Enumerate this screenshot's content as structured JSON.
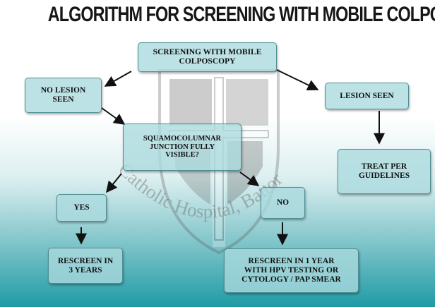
{
  "title": "ALGORITHM FOR SCREENING WITH MOBILE COLPOSCOPY",
  "watermark": {
    "text": "Catholic Hospital, Battor",
    "icon": "crest-icon"
  },
  "nodes": {
    "screening": "SCREENING WITH MOBILE\nCOLPOSCOPY",
    "no_lesion": "NO LESION\nSEEN",
    "lesion_seen": "LESION SEEN",
    "squamocolumnar": "SQUAMOCOLUMNAR\nJUNCTION FULLY\nVISIBLE?",
    "treat": "TREAT PER\nGUIDELINES",
    "yes": "YES",
    "no": "NO",
    "rescreen_3": "RESCREEN IN\n3 YEARS",
    "rescreen_1": "RESCREEN IN 1 YEAR\nWITH HPV TESTING OR\nCYTOLOGY / PAP SMEAR"
  },
  "edges": [
    {
      "from": "screening",
      "to": "no_lesion"
    },
    {
      "from": "screening",
      "to": "lesion_seen"
    },
    {
      "from": "no_lesion",
      "to": "squamocolumnar"
    },
    {
      "from": "lesion_seen",
      "to": "treat"
    },
    {
      "from": "squamocolumnar",
      "to": "yes"
    },
    {
      "from": "squamocolumnar",
      "to": "no"
    },
    {
      "from": "yes",
      "to": "rescreen_3"
    },
    {
      "from": "no",
      "to": "rescreen_1"
    }
  ],
  "colors": {
    "box_fill": "#aadade",
    "box_border": "#4e8e92",
    "arrow": "#111111",
    "background_bottom": "#1f9ba6",
    "watermark": "#7a7a7a"
  }
}
